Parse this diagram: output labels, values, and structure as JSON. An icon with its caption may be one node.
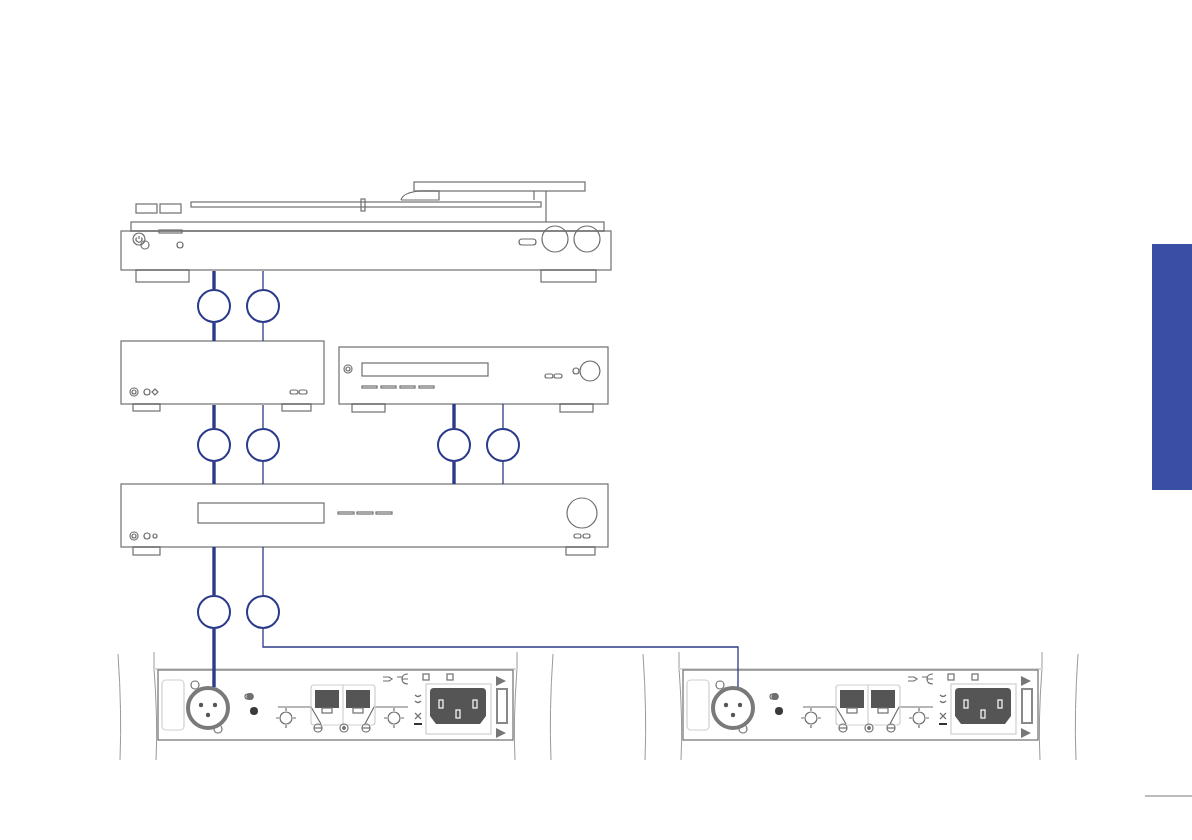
{
  "diagram": {
    "nodes": [
      {
        "text": [],
        "shape": "picture"
      },
      {
        "text": [],
        "shape": "circle"
      },
      {
        "text": [],
        "shape": "circle"
      },
      {
        "text": [],
        "shape": "picture"
      },
      {
        "text": [],
        "shape": "picture"
      },
      {
        "text": [],
        "shape": "circle"
      },
      {
        "text": [],
        "shape": "circle"
      },
      {
        "text": [],
        "shape": "circle"
      },
      {
        "text": [],
        "shape": "circle"
      },
      {
        "text": [],
        "shape": "picture"
      },
      {
        "text": [],
        "shape": "circle"
      },
      {
        "text": [],
        "shape": "circle"
      },
      {
        "text": [],
        "shape": "picture"
      },
      {
        "text": [],
        "shape": "circle",
        "in": 12
      },
      {
        "text": [],
        "shape": "picture"
      },
      {
        "text": [],
        "shape": "circle",
        "in": 14
      },
      {
        "text": [],
        "shape": "box"
      }
    ],
    "edges": [
      {
        "from": 0,
        "to": 1,
        "arrow": "none",
        "style": "thick"
      },
      {
        "from": 1,
        "to": 3,
        "arrow": "none",
        "style": "thick"
      },
      {
        "from": 0,
        "to": 2,
        "arrow": "none"
      },
      {
        "from": 2,
        "to": 3,
        "arrow": "none"
      },
      {
        "from": 3,
        "to": 5,
        "arrow": "none",
        "style": "thick"
      },
      {
        "from": 5,
        "to": 9,
        "arrow": "none",
        "style": "thick"
      },
      {
        "from": 3,
        "to": 6,
        "arrow": "none"
      },
      {
        "from": 6,
        "to": 9,
        "arrow": "none"
      },
      {
        "from": 4,
        "to": 7,
        "arrow": "none",
        "style": "thick"
      },
      {
        "from": 7,
        "to": 9,
        "arrow": "none",
        "style": "thick"
      },
      {
        "from": 4,
        "to": 8,
        "arrow": "none"
      },
      {
        "from": 8,
        "to": 9,
        "arrow": "none"
      },
      {
        "from": 9,
        "to": 10,
        "arrow": "none",
        "style": "thick"
      },
      {
        "from": 10,
        "to": 13,
        "arrow": "none",
        "style": "thick"
      },
      {
        "from": 9,
        "to": 11,
        "arrow": "none"
      },
      {
        "from": 11,
        "to": 15,
        "arrow": "none"
      }
    ]
  }
}
